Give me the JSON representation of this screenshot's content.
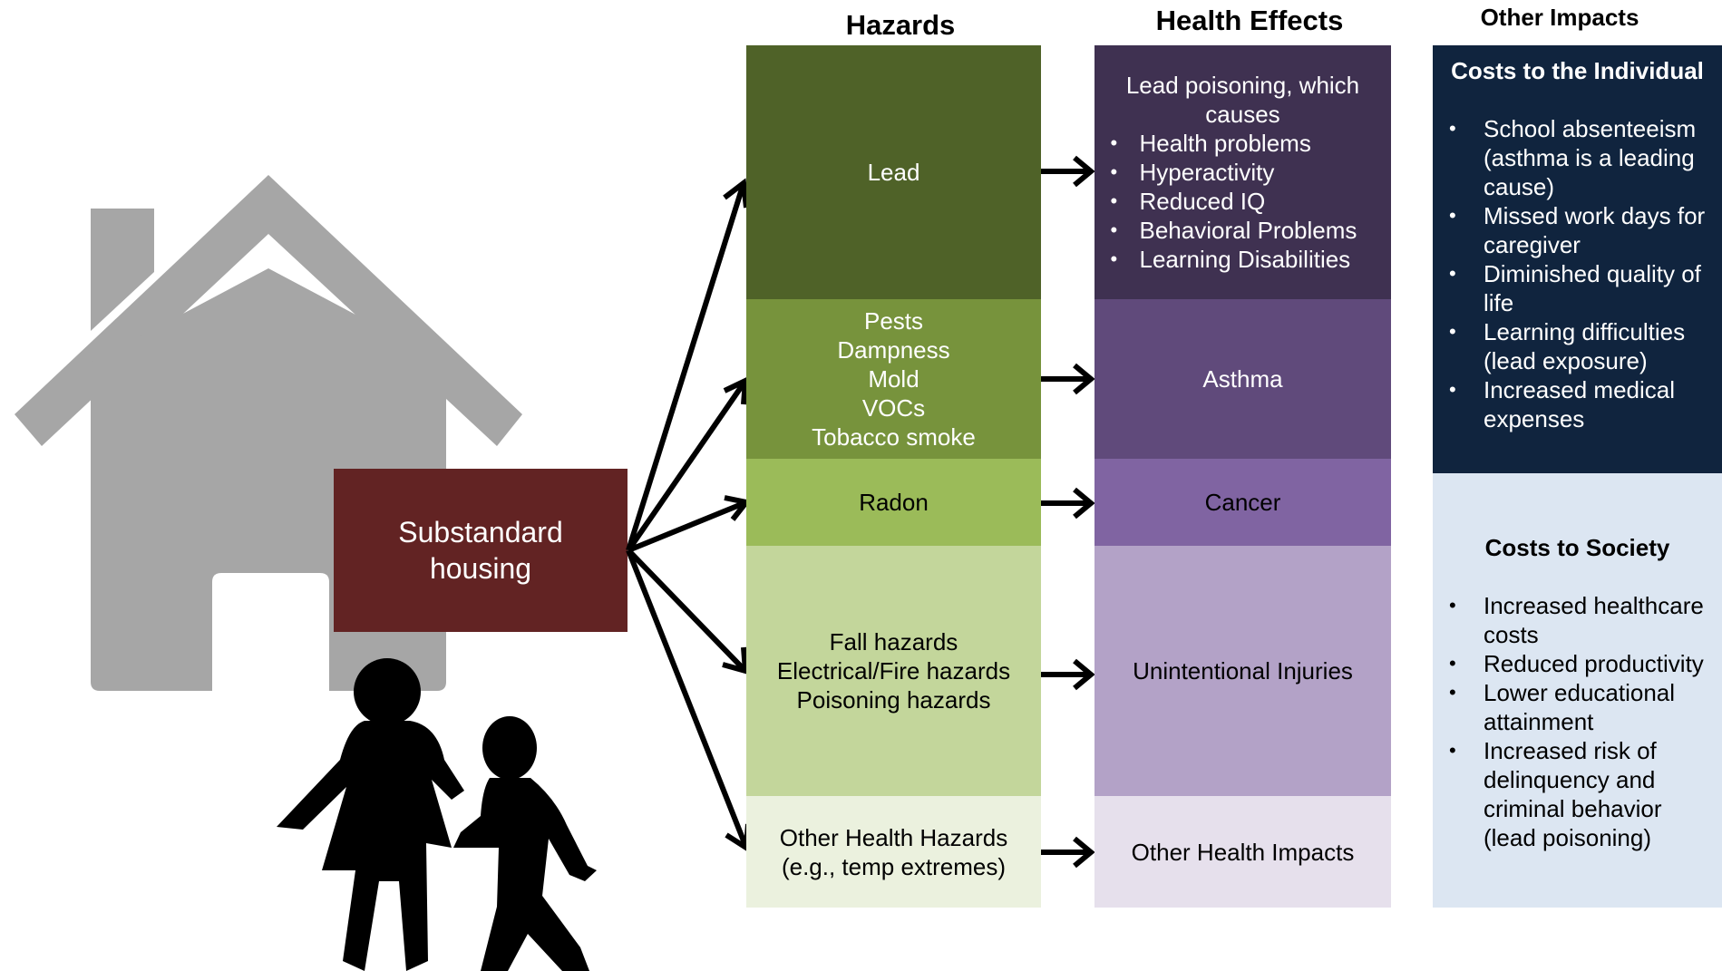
{
  "headers": {
    "hazards": "Hazards",
    "health_effects": "Health Effects",
    "other_impacts": "Other Impacts"
  },
  "house_label": [
    "Substandard",
    "housing"
  ],
  "hazards": [
    {
      "lines": [
        "Lead"
      ],
      "color": "#4f6228",
      "text_color": "#ffffff"
    },
    {
      "lines": [
        "Pests",
        "Dampness",
        "Mold",
        "VOCs",
        "Tobacco smoke"
      ],
      "color": "#77933c",
      "text_color": "#ffffff"
    },
    {
      "lines": [
        "Radon"
      ],
      "color": "#9bbb59",
      "text_color": "#000000"
    },
    {
      "lines": [
        "Fall hazards",
        "Electrical/Fire hazards",
        "Poisoning hazards"
      ],
      "color": "#c3d69b",
      "text_color": "#000000"
    },
    {
      "lines": [
        "Other Health Hazards",
        "(e.g., temp extremes)"
      ],
      "color": "#ebf1de",
      "text_color": "#000000"
    }
  ],
  "health_effects": [
    {
      "intro": [
        "Lead poisoning, which",
        "causes"
      ],
      "items": [
        "Health problems",
        "Hyperactivity",
        "Reduced IQ",
        "Behavioral Problems",
        "Learning Disabilities"
      ],
      "color": "#3f3151",
      "text_color": "#ffffff"
    },
    {
      "lines": [
        "Asthma"
      ],
      "color": "#604a7b",
      "text_color": "#ffffff"
    },
    {
      "lines": [
        "Cancer"
      ],
      "color": "#8064a2",
      "text_color": "#000000"
    },
    {
      "lines": [
        "Unintentional Injuries"
      ],
      "color": "#b3a2c7",
      "text_color": "#000000"
    },
    {
      "lines": [
        "Other Health Impacts"
      ],
      "color": "#e6e0ec",
      "text_color": "#000000"
    }
  ],
  "impacts": [
    {
      "title": "Costs to the Individual",
      "color": "#10243e",
      "text_color": "#ffffff",
      "items": [
        [
          "School absenteeism",
          "(asthma is a leading",
          "cause)"
        ],
        [
          "Missed work days for",
          "caregiver"
        ],
        [
          "Diminished quality of",
          "life"
        ],
        [
          "Learning difficulties",
          "(lead exposure)"
        ],
        [
          "Increased medical",
          "expenses"
        ]
      ]
    },
    {
      "title": "Costs to Society",
      "color": "#dce6f2",
      "text_color": "#000000",
      "items": [
        [
          "Increased healthcare",
          "costs"
        ],
        [
          "Reduced productivity"
        ],
        [
          "Lower  educational",
          "attainment"
        ],
        [
          "Increased risk of",
          "delinquency and",
          "criminal behavior",
          "(lead poisoning)"
        ]
      ]
    }
  ],
  "colors": {
    "house": "#a6a6a6",
    "house_label_bg": "#622323",
    "arrow": "#000000",
    "children": "#000000"
  }
}
